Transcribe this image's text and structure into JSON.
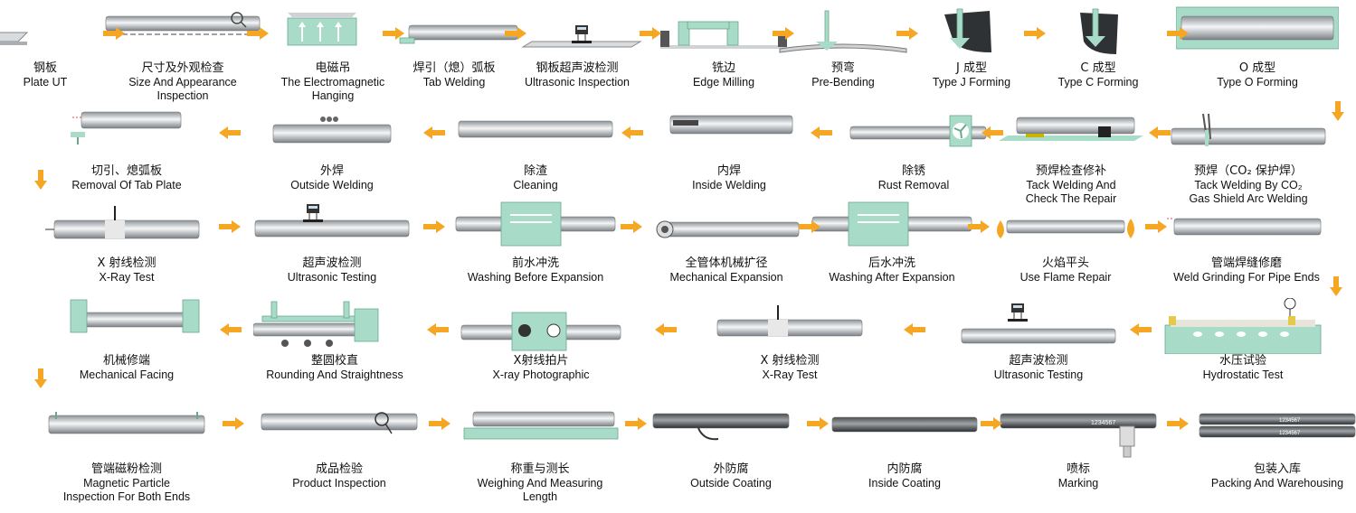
{
  "diagram": {
    "rows": [
      [
        {
          "cn": "钢板",
          "en": "Plate UT",
          "icon": "steel-plate-icon"
        },
        {
          "cn": "尺寸及外观检查",
          "en": "Size And Appearance\nInspection",
          "icon": "inspection-pipe-icon"
        },
        {
          "cn": "电磁吊",
          "en": "The Electromagnetic\nHanging",
          "icon": "electromagnetic-hanging-icon"
        },
        {
          "cn": "焊引（熄）弧板",
          "en": "Tab Welding",
          "icon": "tab-welding-icon"
        },
        {
          "cn": "钢板超声波检测",
          "en": "Ultrasonic Inspection",
          "icon": "ultrasonic-plate-icon"
        },
        {
          "cn": "铣边",
          "en": "Edge Milling",
          "icon": "edge-milling-icon"
        },
        {
          "cn": "预弯",
          "en": "Pre-Bending",
          "icon": "pre-bending-icon"
        },
        {
          "cn": "J 成型",
          "en": "Type J Forming",
          "icon": "j-forming-icon"
        },
        {
          "cn": "C 成型",
          "en": "Type C Forming",
          "icon": "c-forming-icon"
        },
        {
          "cn": "O 成型",
          "en": "Type O Forming",
          "icon": "o-forming-icon"
        }
      ],
      [
        {
          "cn": "切引、熄弧板",
          "en": "Removal Of Tab Plate",
          "icon": "tab-removal-icon"
        },
        {
          "cn": "外焊",
          "en": "Outside Welding",
          "icon": "outside-welding-icon"
        },
        {
          "cn": "除渣",
          "en": "Cleaning",
          "icon": "cleaning-pipe-icon"
        },
        {
          "cn": "内焊",
          "en": "Inside Welding",
          "icon": "inside-welding-icon"
        },
        {
          "cn": "除锈",
          "en": "Rust Removal",
          "icon": "rust-removal-icon"
        },
        {
          "cn": "预焊检查修补",
          "en": "Tack Welding And\nCheck The Repair",
          "icon": "tack-check-icon"
        },
        {
          "cn": "预焊（CO₂ 保护焊）",
          "en": "Tack Welding By CO₂\nGas Shield Arc Welding",
          "icon": "tack-welding-icon"
        }
      ],
      [
        {
          "cn": "X 射线检测",
          "en": "X-Ray Test",
          "icon": "xray-test-icon"
        },
        {
          "cn": "超声波检测",
          "en": "Ultrasonic Testing",
          "icon": "ultrasonic-testing-icon"
        },
        {
          "cn": "前水冲洗",
          "en": "Washing Before Expansion",
          "icon": "washing-before-icon"
        },
        {
          "cn": "全管体机械扩径",
          "en": "Mechanical Expansion",
          "icon": "mechanical-expansion-icon"
        },
        {
          "cn": "后水冲洗",
          "en": "Washing After Expansion",
          "icon": "washing-after-icon"
        },
        {
          "cn": "火焰平头",
          "en": "Use Flame Repair",
          "icon": "flame-repair-icon"
        },
        {
          "cn": "管端焊缝修磨",
          "en": "Weld Grinding For Pipe Ends",
          "icon": "weld-grinding-icon"
        }
      ],
      [
        {
          "cn": "机械修端",
          "en": "Mechanical Facing",
          "icon": "mechanical-facing-icon"
        },
        {
          "cn": "整圆校直",
          "en": "Rounding And Straightness",
          "icon": "rounding-icon"
        },
        {
          "cn": "X射线拍片",
          "en": "X-ray Photographic",
          "icon": "xray-photo-icon"
        },
        {
          "cn": "X 射线检测",
          "en": "X-Ray Test",
          "icon": "xray-test-2-icon"
        },
        {
          "cn": "超声波检测",
          "en": "Ultrasonic Testing",
          "icon": "ultrasonic-testing-2-icon"
        },
        {
          "cn": "水压试验",
          "en": "Hydrostatic Test",
          "icon": "hydrostatic-icon"
        }
      ],
      [
        {
          "cn": "管端磁粉检测",
          "en": "Magnetic Particle\nInspection For Both Ends",
          "icon": "magnetic-particle-icon"
        },
        {
          "cn": "成品检验",
          "en": "Product Inspection",
          "icon": "product-inspection-icon"
        },
        {
          "cn": "称重与测长",
          "en": "Weighing And Measuring Length",
          "icon": "weighing-icon"
        },
        {
          "cn": "外防腐",
          "en": "Outside Coating",
          "icon": "outside-coating-icon"
        },
        {
          "cn": "内防腐",
          "en": "Inside Coating",
          "icon": "inside-coating-icon"
        },
        {
          "cn": "喷标",
          "en": "Marking",
          "icon": "marking-icon"
        },
        {
          "cn": "包装入库",
          "en": "Packing And Warehousing",
          "icon": "packing-icon"
        }
      ]
    ],
    "marking_text": "1234567",
    "colors": {
      "arrow": "#f5a623",
      "green": "#a8dcc8",
      "pipe": "#c9cdd1",
      "dark": "#333333"
    }
  }
}
